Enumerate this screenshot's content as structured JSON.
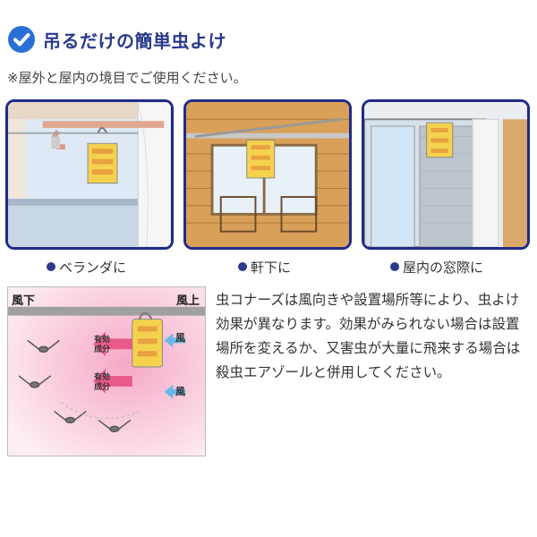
{
  "header": {
    "title": "吊るだけの簡単虫よけ",
    "icon": "check-circle-icon",
    "accent": "#2a6fd6"
  },
  "note": "※屋外と屋内の境目でご使用ください。",
  "panels": [
    {
      "caption": "ベランダに"
    },
    {
      "caption": "軒下に"
    },
    {
      "caption": "屋内の窓際に"
    }
  ],
  "wind_diagram": {
    "downwind": "風下",
    "upwind": "風上",
    "effect_label_line1": "有効",
    "effect_label_line2": "成分",
    "wind_label": "風"
  },
  "description": "虫コナーズは風向きや設置場所等により、虫よけ効果が異なります。効果がみられない場合は設置場所を変えるか、又害虫が大量に飛来する場合は殺虫エアゾールと併用してください。",
  "colors": {
    "frame": "#1f2b86",
    "title": "#2a3a8c",
    "arrow_pink": "#e85a8a",
    "arrow_blue": "#6bb8e8"
  }
}
